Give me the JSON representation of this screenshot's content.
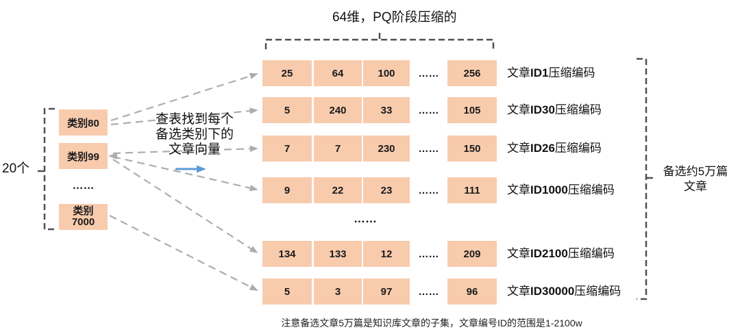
{
  "title": "64维，PQ阶段压缩的",
  "left_group": {
    "count_label": "20个",
    "category1": "类别80",
    "category2": "类别99",
    "ellipsis": "……",
    "category3_line1": "类别",
    "category3_line2": "7000"
  },
  "instruction": {
    "lines": [
      "查表找到每个",
      "备选类别下的",
      "文章向量"
    ]
  },
  "matrix": {
    "mid_ellipsis": "……",
    "rows": [
      {
        "cells": [
          "25",
          "64",
          "100"
        ],
        "ellipsis": "……",
        "last": "256",
        "label": {
          "prefix": "文章",
          "id": "ID1",
          "suffix": "压缩编码"
        }
      },
      {
        "cells": [
          "5",
          "240",
          "33"
        ],
        "ellipsis": "……",
        "last": "105",
        "label": {
          "prefix": "文章",
          "id": "ID30",
          "suffix": "压缩编码"
        }
      },
      {
        "cells": [
          "7",
          "7",
          "230"
        ],
        "ellipsis": "……",
        "last": "150",
        "label": {
          "prefix": "文章",
          "id": "ID26",
          "suffix": "压缩编码"
        }
      },
      {
        "cells": [
          "9",
          "22",
          "23"
        ],
        "ellipsis": "……",
        "last": "111",
        "label": {
          "prefix": "文章",
          "id": "ID1000",
          "suffix": "压缩编码"
        }
      },
      {
        "cells": [
          "134",
          "133",
          "12"
        ],
        "ellipsis": "……",
        "last": "209",
        "label": {
          "prefix": "文章",
          "id": "ID2100",
          "suffix": "压缩编码"
        }
      },
      {
        "cells": [
          "5",
          "3",
          "97"
        ],
        "ellipsis": "……",
        "last": "96",
        "label": {
          "prefix": "文章",
          "id": "ID30000",
          "suffix": "压缩编码"
        }
      }
    ]
  },
  "right_group": {
    "label_line1": "备选约5万篇",
    "label_line2": "文章"
  },
  "note": "注意备选文章5万篇是知识库文章的子集，文章编号ID的范围是1-2100w",
  "colors": {
    "box_fill": "#F8CBAD",
    "arrow_gray": "#ADADAD",
    "arrow_blue": "#5B9BD5",
    "bracket": "#4F4F4F"
  }
}
